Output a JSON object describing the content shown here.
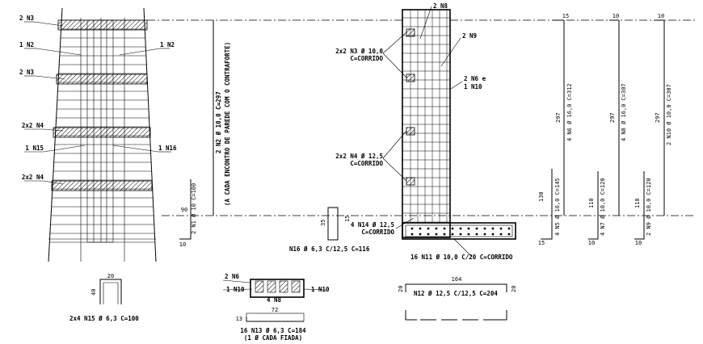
{
  "wall_elevation": {
    "labels": {
      "n3_top": "2 N3",
      "n2_left": "1 N2",
      "n2_right": "1 N2",
      "n3_mid": "2 N3",
      "n4_upper": "2x2 N4",
      "n15": "1 N15",
      "n16": "1 N16",
      "n4_lower": "2x2 N4"
    }
  },
  "n1_bar": {
    "top": "90",
    "text": "2 N1 Ø 10 C=100",
    "bottom": "10"
  },
  "n2_note": {
    "line1": "2 N2 Ø 10,0 C=297",
    "line2": "(A CADA ENCONTRO DE PAREDE COM O CONTRAFORTE)"
  },
  "n16_bar": {
    "h": "35",
    "w": "15",
    "text": "N16 Ø 6,3 C/12,5 C=116"
  },
  "counterfort": {
    "n8_top": "2 N8",
    "n9": "2 N9",
    "n6": "2 N6 e",
    "n10": "1 N10",
    "n3_line1": "2x2 N3 Ø 10,0",
    "n3_line2": "C=CORRIDO",
    "n4_line1": "2x2 N4 Ø 12,5",
    "n4_line2": "C=CORRIDO",
    "n14_line1": "4 N14 Ø 12,5",
    "n14_line2": "C=CORRIDO",
    "n11": "16 N11 Ø 10,0 C/20 C=CORRIDO"
  },
  "bars_right": {
    "n5": {
      "top": "15",
      "mid": "297",
      "text": "4 N6 Ø 16,0 C=312",
      "low": "130",
      "low_text": "4 N5 Ø 16,0 C=145",
      "bottom": "15"
    },
    "n7": {
      "top": "10",
      "mid": "297",
      "text": "4 N8 Ø 16,0 C=307",
      "low": "110",
      "low_text": "4 N7 Ø 10,0 C=120",
      "bottom": "10"
    },
    "n9": {
      "top": "10",
      "mid": "297",
      "text": "2 N10 Ø 10,0 C=307",
      "low": "110",
      "low_text": "2 N9 Ø 10,0 C=120",
      "bottom": "10"
    }
  },
  "n15_detail": {
    "w": "20",
    "h": "40",
    "text": "2x4 N15 Ø 6,3 C=100"
  },
  "section_detail": {
    "n6": "2 N6",
    "n10_left": "1 N10",
    "n10_right": "1 N10",
    "n8": "4 N8",
    "n13_w": "72",
    "n13_h": "13",
    "n13_line1": "16 N13 Ø 6,3 C=184",
    "n13_line2": "(1 Ø CADA FIADA)"
  },
  "n12_bar": {
    "w": "164",
    "left": "20",
    "right": "20",
    "text": "N12 Ø 12,5 C/12,5 C=204"
  }
}
